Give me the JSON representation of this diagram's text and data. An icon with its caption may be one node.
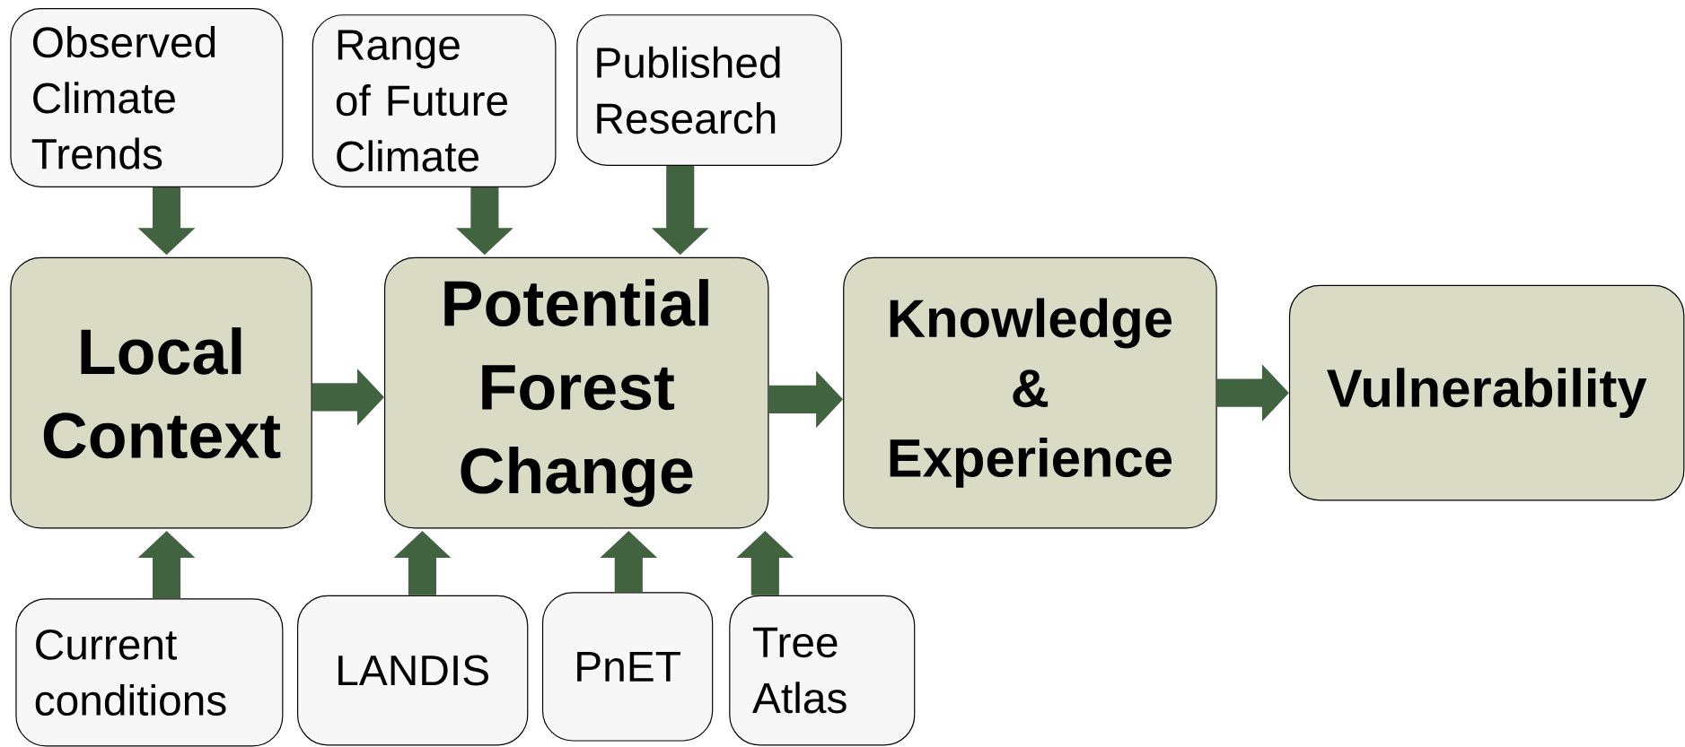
{
  "diagram": {
    "nodes": [
      {
        "text": [
          "Observed Climate Trends"
        ]
      },
      {
        "text": [
          "Range of Future Climate"
        ]
      },
      {
        "text": [
          "Published Research"
        ]
      },
      {
        "text": [
          "Local Context"
        ]
      },
      {
        "text": [
          "Potential Forest Change"
        ]
      },
      {
        "text": [
          "Knowledge & Experience"
        ]
      },
      {
        "text": [
          "Vulnerability"
        ]
      },
      {
        "text": [
          "Current conditions"
        ]
      },
      {
        "text": [
          "LANDIS"
        ]
      },
      {
        "text": [
          "PnET"
        ]
      },
      {
        "text": [
          "Tree Atlas"
        ]
      }
    ],
    "edges": [
      {
        "from": 0,
        "to": 3,
        "arrow": "to"
      },
      {
        "from": 1,
        "to": 4,
        "arrow": "to"
      },
      {
        "from": 2,
        "to": 4,
        "arrow": "to"
      },
      {
        "from": 3,
        "to": 4,
        "arrow": "to"
      },
      {
        "from": 4,
        "to": 5,
        "arrow": "to"
      },
      {
        "from": 5,
        "to": 6,
        "arrow": "to"
      },
      {
        "from": 7,
        "to": 3,
        "arrow": "to"
      },
      {
        "from": 8,
        "to": 4,
        "arrow": "to"
      },
      {
        "from": 9,
        "to": 4,
        "arrow": "to"
      },
      {
        "from": 10,
        "to": 4,
        "arrow": "to"
      }
    ]
  }
}
